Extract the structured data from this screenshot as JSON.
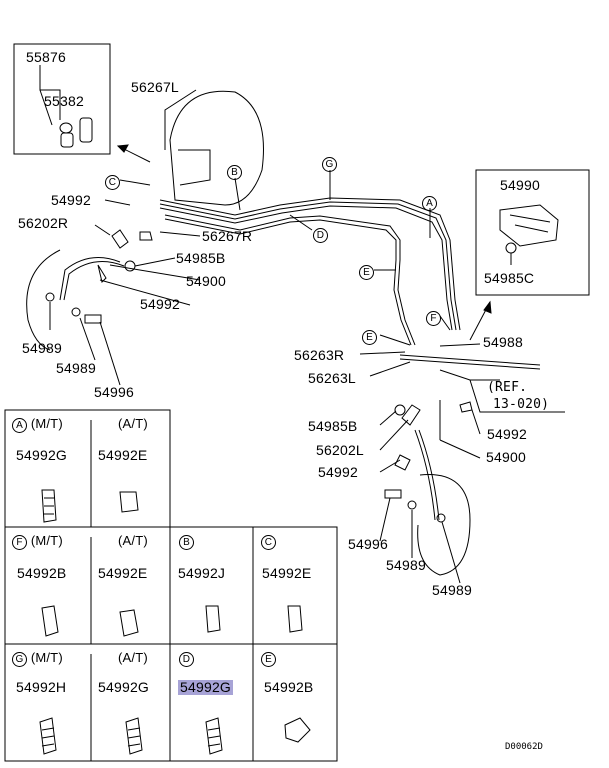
{
  "inset_top_left": {
    "outer_part": "55876",
    "inner_part": "55382"
  },
  "inset_top_right": {
    "top_part": "54990",
    "bottom_part": "54985C"
  },
  "labels": {
    "p56267L": "56267L",
    "p54992_a": "54992",
    "p56202R": "56202R",
    "p56267R": "56267R",
    "p54985B_a": "54985B",
    "p54900_a": "54900",
    "p54992_b": "54992",
    "p54989_a": "54989",
    "p54989_b": "54989",
    "p54996_a": "54996",
    "p54988": "54988",
    "p56263R": "56263R",
    "p56263L": "56263L",
    "ref": "(REF.",
    "ref2": "13-020)",
    "p54985B_b": "54985B",
    "p54992_c": "54992",
    "p56202L": "56202L",
    "p54900_b": "54900",
    "p54992_d": "54992",
    "p54996_b": "54996",
    "p54989_c": "54989",
    "p54989_d": "54989"
  },
  "callouts": [
    "A",
    "B",
    "C",
    "D",
    "E",
    "E",
    "F",
    "G"
  ],
  "table": {
    "A_mt_letter": "A",
    "A_mt": "(M/T)",
    "A_at": "(A/T)",
    "A_mt_part": "54992G",
    "A_at_part": "54992E",
    "F_mt_letter": "F",
    "F_mt": "(M/T)",
    "F_at": "(A/T)",
    "F_mt_part": "54992B",
    "F_at_part": "54992E",
    "B_letter": "B",
    "B_part": "54992J",
    "C_letter": "C",
    "C_part": "54992E",
    "G_mt_letter": "G",
    "G_mt": "(M/T)",
    "G_at": "(A/T)",
    "G_mt_part": "54992H",
    "G_at_part": "54992G",
    "D_letter": "D",
    "D_part": "54992G",
    "E_letter": "E",
    "E_part": "54992B"
  },
  "diagram_code": "D00062D",
  "colors": {
    "highlight": "#a7a3d6"
  }
}
